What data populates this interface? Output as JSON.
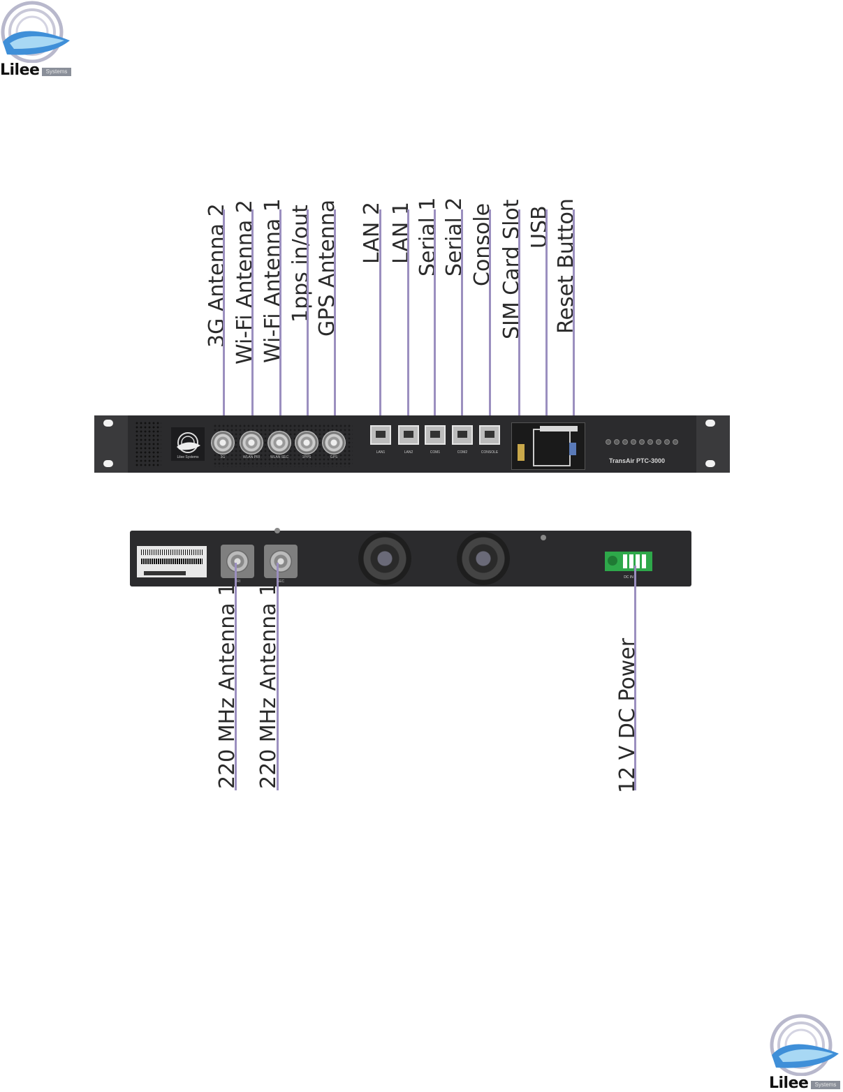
{
  "logo": {
    "brand": "Lilee",
    "sub": "Systems"
  },
  "front_callouts": [
    "3G  Antenna 2",
    "Wi-Fi Antenna 2",
    "Wi-Fi Antenna 1",
    "1pps in/out",
    "GPS Antenna",
    "LAN 2",
    "LAN 1",
    "Serial 1",
    "Serial 2",
    "Console",
    "SIM Card Slot",
    "USB",
    "Reset Button"
  ],
  "rear_callouts": [
    "220 MHz Antenna 1",
    "220 MHz Antenna 1",
    "12 V DC Power"
  ],
  "front_panel": {
    "vendor_tile": "Lilee Systems",
    "antenna_labels": [
      "3G",
      "WLAN PRI",
      "WLAN SEC",
      "1PPS",
      "GPS"
    ],
    "port_labels": [
      "LAN1",
      "LAN2",
      "COM1",
      "COM2",
      "CONSOLE"
    ],
    "model": "TransAir PTC-3000"
  },
  "rear_panel": {
    "connector_labels": [
      "PRI",
      "SEC"
    ],
    "power_label": "DC IN"
  },
  "colors": {
    "leader": "#9b8fbf",
    "chassis": "#2b2b2d",
    "terminal": "#2ea84a"
  }
}
